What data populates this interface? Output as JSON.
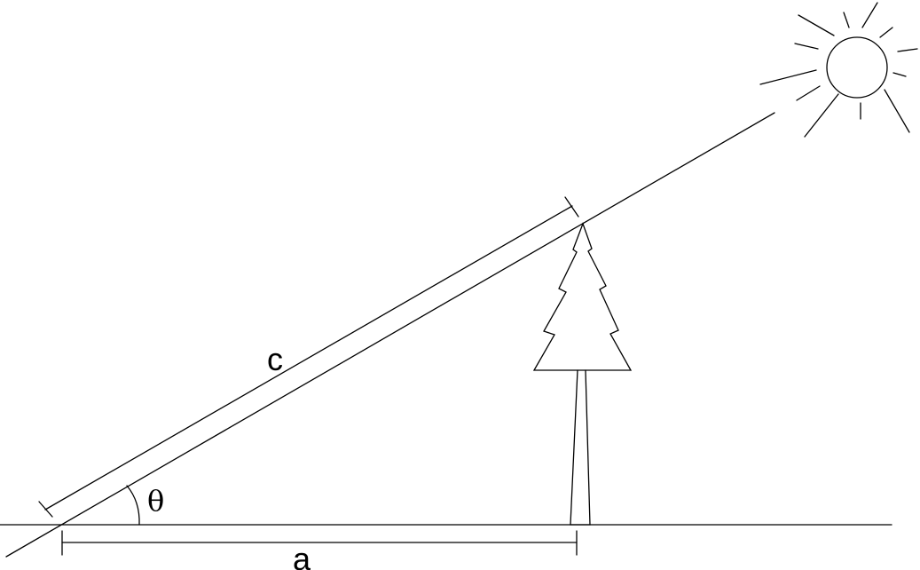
{
  "labels": {
    "hypotenuse": "c",
    "base": "a",
    "angle": "θ"
  },
  "icons": {
    "sun": "sun-icon",
    "tree": "tree-icon"
  },
  "colors": {
    "line": "#000000",
    "background": "#ffffff"
  }
}
